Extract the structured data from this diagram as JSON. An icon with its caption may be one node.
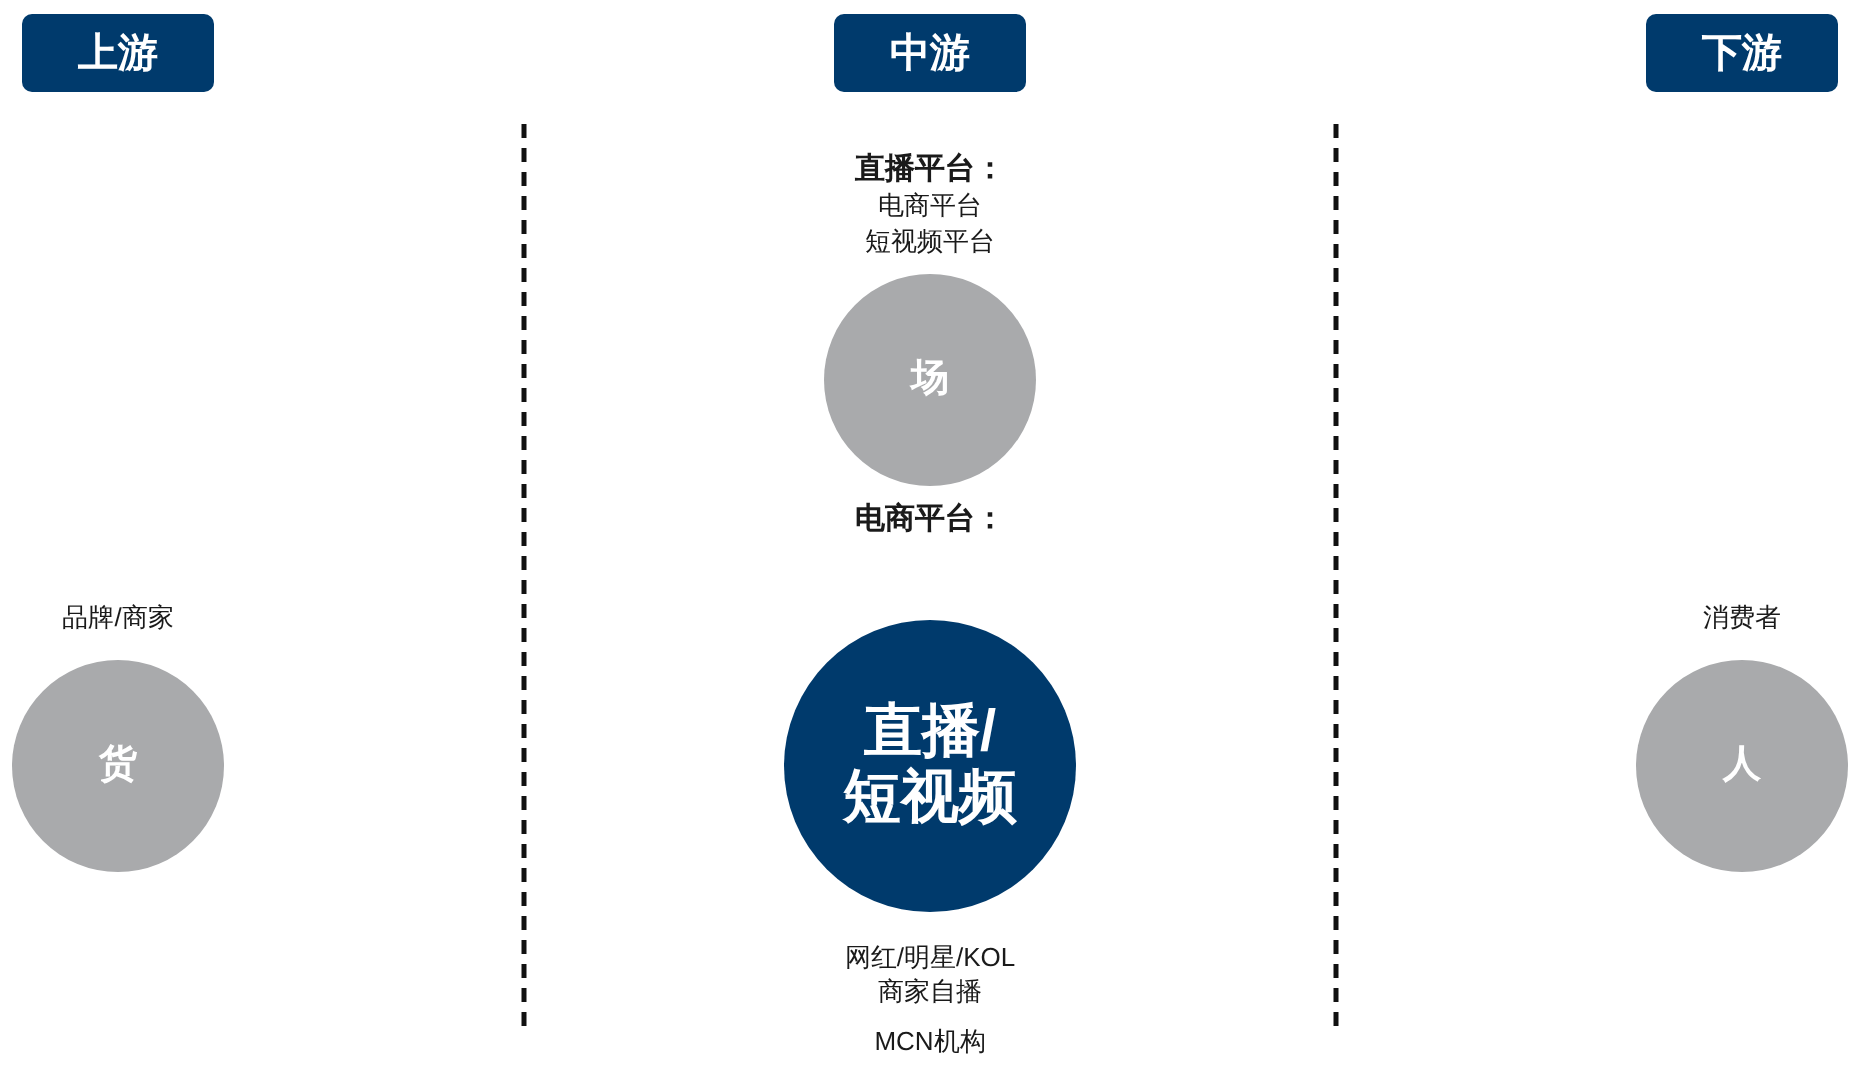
{
  "diagram": {
    "nodes": [
      {
        "text": [
          "上游"
        ]
      },
      {
        "text": [
          "中游"
        ]
      },
      {
        "text": [
          "下游"
        ]
      },
      {
        "text": [
          "货"
        ],
        "beside": [
          "品牌/商家"
        ]
      },
      {
        "text": [
          "场"
        ],
        "beside": [
          "直播平台：",
          "电商平台",
          "短视频平台"
        ]
      },
      {
        "text": [
          "直播/短视频"
        ],
        "beside": [
          "网红/明星/KOL",
          "商家自播",
          "MCN机构"
        ]
      },
      {
        "text": [
          "人"
        ],
        "beside": [
          "消费者"
        ]
      }
    ],
    "labels": [
      "电商平台："
    ]
  }
}
